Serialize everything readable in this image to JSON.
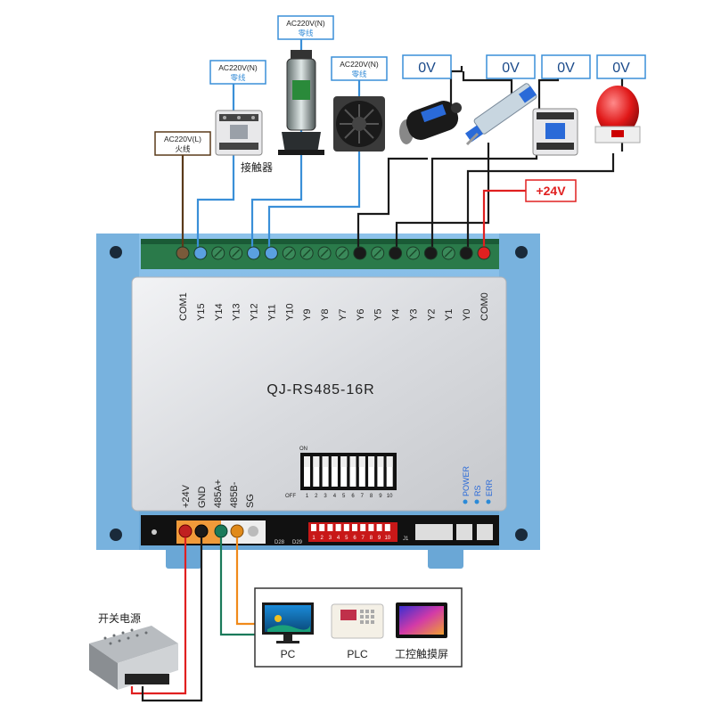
{
  "labels": {
    "ac_live": {
      "line1": "AC220V(L)",
      "line2": "火线"
    },
    "ac_neutral_contactor": {
      "line1": "AC220V(N)",
      "line2": "零线"
    },
    "ac_neutral_pump": {
      "line1": "AC220V(N)",
      "line2": "零线"
    },
    "ac_neutral_fan": {
      "line1": "AC220V(N)",
      "line2": "零线"
    },
    "contactor_caption": "接触器",
    "zero_v": [
      "0V",
      "0V",
      "0V",
      "0V"
    ],
    "plus24": "+24V",
    "psu_caption": "开关电源"
  },
  "module": {
    "model": "QJ-RS485-16R",
    "top_terminals": [
      "COM1",
      "Y15",
      "Y14",
      "Y13",
      "Y12",
      "Y11",
      "Y10",
      "Y9",
      "Y8",
      "Y7",
      "Y6",
      "Y5",
      "Y4",
      "Y3",
      "Y2",
      "Y1",
      "Y0",
      "COM0"
    ],
    "bottom_terminals": [
      "+24V",
      "GND",
      "485A+",
      "485B-",
      "SG"
    ],
    "dip_on": "ON",
    "dip_off": "OFF",
    "dip_numbers": [
      "1",
      "2",
      "3",
      "4",
      "5",
      "6",
      "7",
      "8",
      "9",
      "10"
    ],
    "leds": [
      "POWER",
      "RS",
      "ERR"
    ],
    "board_labels": [
      "D28",
      "D29",
      "J1"
    ]
  },
  "devices": {
    "pc": "PC",
    "plc": "PLC",
    "hmi": "工控触摸屏"
  },
  "colors": {
    "blue_wire": "#3a8fd8",
    "black_wire": "#1a1a1a",
    "red_wire": "#e02020",
    "brown_wire": "#5a3a1a",
    "orange_wire": "#f08a1a",
    "green_wire": "#1a7a5a",
    "case_blue": "#7db6e0",
    "terminal_green": "#3fa86a"
  }
}
